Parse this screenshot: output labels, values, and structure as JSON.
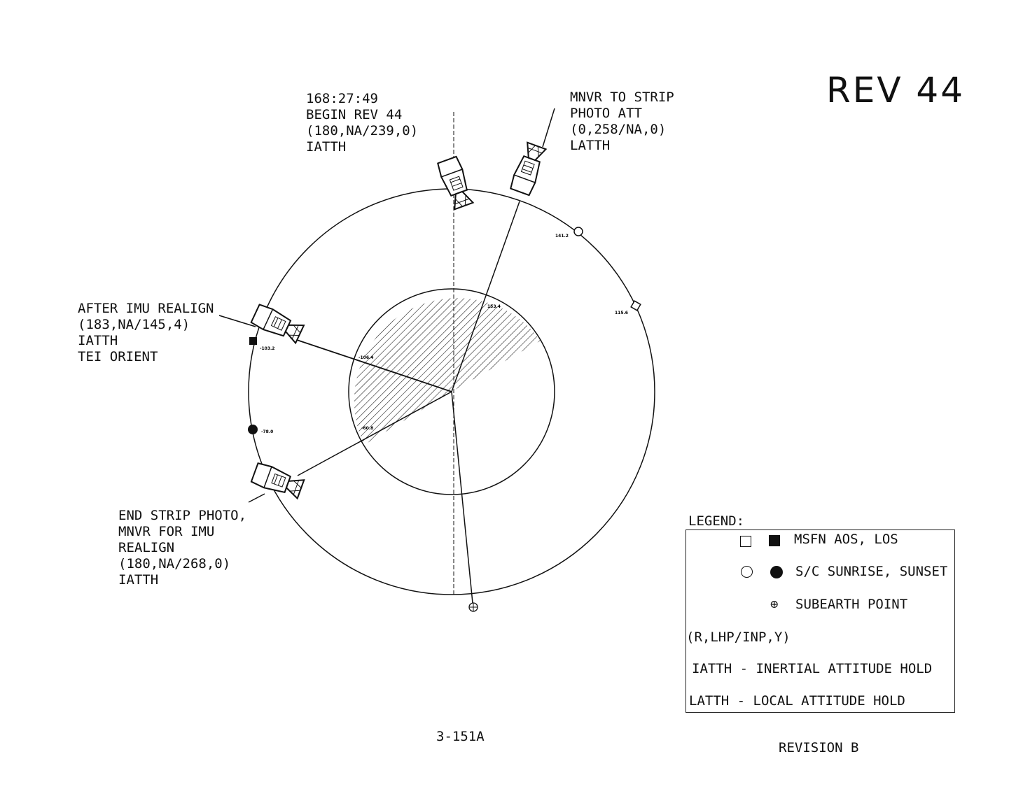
{
  "title": "REV 44",
  "annotations": {
    "begin": [
      "168:27:49",
      "BEGIN REV 44",
      "(180,NA/239,0)",
      "IATTH"
    ],
    "strip": [
      "MNVR TO STRIP",
      "PHOTO ATT",
      "(0,258/NA,0)",
      "LATTH"
    ],
    "realign": [
      "AFTER IMU REALIGN",
      "(183,NA/145,4)",
      "IATTH",
      "TEI ORIENT"
    ],
    "end": [
      "END STRIP PHOTO,",
      "MNVR FOR IMU",
      "REALIGN",
      "(180,NA/268,0)",
      "IATTH"
    ]
  },
  "markers": {
    "sunrise": "141.2",
    "aos": "115.6",
    "los": "-103.2",
    "sunset": "-78.0",
    "inner_a": "153.4",
    "inner_b": "-106.4",
    "inner_c": "-60.8"
  },
  "legend": {
    "heading": "LEGEND:",
    "msfn": "MSFN AOS, LOS",
    "sun": "S/C SUNRISE, SUNSET",
    "subearth": "SUBEARTH POINT",
    "format": "(R,LHP/INP,Y)",
    "iatth": "IATTH - INERTIAL ATTITUDE HOLD",
    "latth": "LATTH - LOCAL ATTITUDE HOLD"
  },
  "footer": {
    "page": "3-151A",
    "revision": "REVISION B"
  }
}
